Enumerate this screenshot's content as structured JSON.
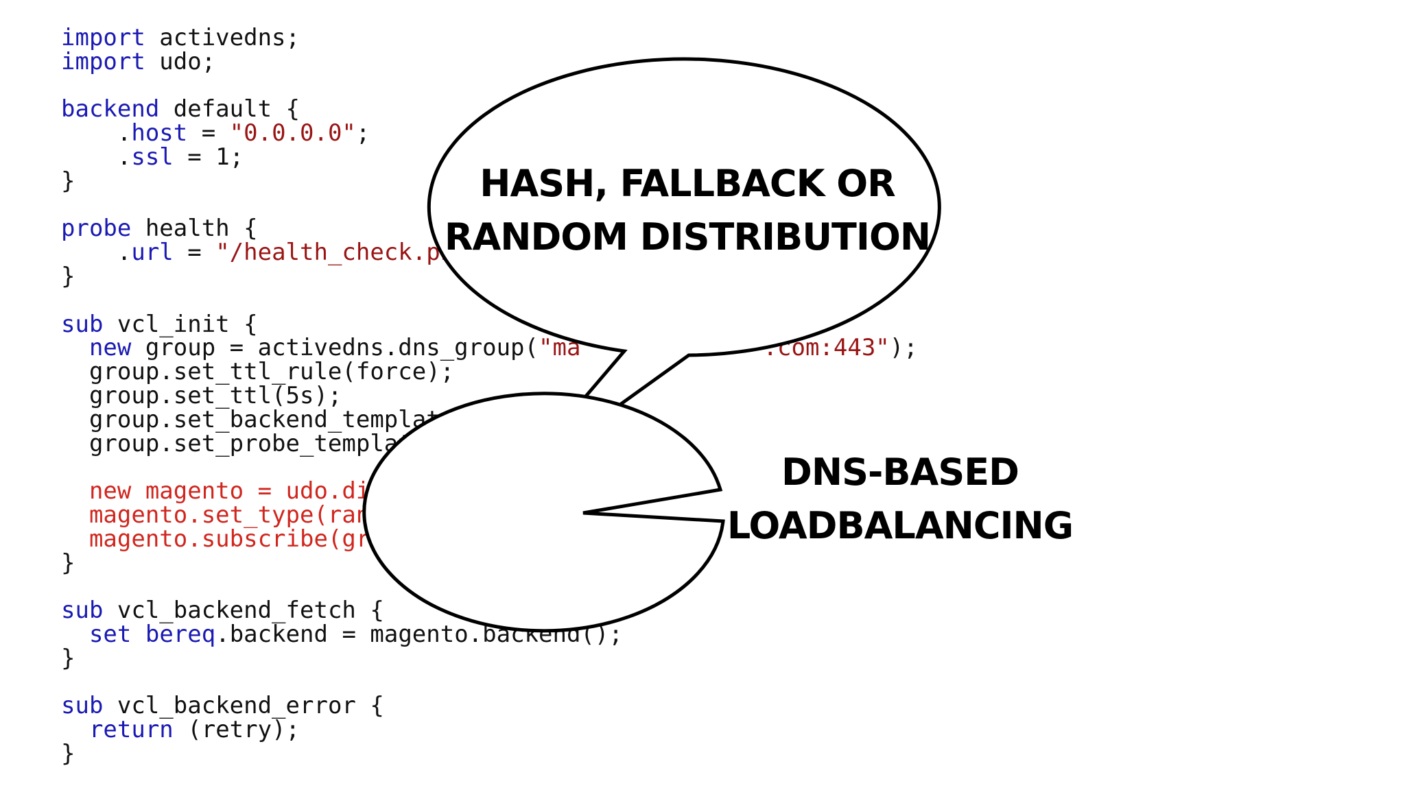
{
  "code": {
    "lines": [
      [
        {
          "t": "import",
          "c": "kw"
        },
        {
          "t": " activedns;"
        }
      ],
      [
        {
          "t": "import",
          "c": "kw"
        },
        {
          "t": " udo;"
        }
      ],
      [],
      [
        {
          "t": "backend",
          "c": "kw"
        },
        {
          "t": " default {"
        }
      ],
      [
        {
          "t": "    ."
        },
        {
          "t": "host",
          "c": "kw"
        },
        {
          "t": " = "
        },
        {
          "t": "\"0.0.0.0\"",
          "c": "str"
        },
        {
          "t": ";"
        }
      ],
      [
        {
          "t": "    ."
        },
        {
          "t": "ssl",
          "c": "kw"
        },
        {
          "t": " = 1;"
        }
      ],
      [
        {
          "t": "}"
        }
      ],
      [],
      [
        {
          "t": "probe",
          "c": "kw"
        },
        {
          "t": " health {"
        }
      ],
      [
        {
          "t": "    ."
        },
        {
          "t": "url",
          "c": "kw"
        },
        {
          "t": " = "
        },
        {
          "t": "\"/health_check.ph",
          "c": "str"
        }
      ],
      [
        {
          "t": "}"
        }
      ],
      [],
      [
        {
          "t": "sub",
          "c": "kw"
        },
        {
          "t": " vcl_init {"
        }
      ],
      [
        {
          "t": "  "
        },
        {
          "t": "new",
          "c": "kw"
        },
        {
          "t": " group = activedns.dns_group("
        },
        {
          "t": "\"ma",
          "c": "str"
        },
        {
          "t": "             "
        },
        {
          "t": ".com:443\"",
          "c": "str"
        },
        {
          "t": ");"
        }
      ],
      [
        {
          "t": "  group.set_ttl_rule(force);"
        }
      ],
      [
        {
          "t": "  group.set_ttl(5s);"
        }
      ],
      [
        {
          "t": "  group.set_backend_template(defaul  );"
        }
      ],
      [
        {
          "t": "  group.set_probe_template(health);"
        }
      ],
      [],
      [
        {
          "t": "  new magento = udo.director();",
          "c": "hl"
        }
      ],
      [
        {
          "t": "  magento.set_type(random);",
          "c": "hl"
        }
      ],
      [
        {
          "t": "  magento.subscribe(group.get_tag());",
          "c": "hl"
        }
      ],
      [
        {
          "t": "}"
        }
      ],
      [],
      [
        {
          "t": "sub",
          "c": "kw"
        },
        {
          "t": " vcl_backend_fetch {"
        }
      ],
      [
        {
          "t": "  "
        },
        {
          "t": "set",
          "c": "kw"
        },
        {
          "t": " "
        },
        {
          "t": "bereq",
          "c": "kw"
        },
        {
          "t": ".backend = magento.backend();"
        }
      ],
      [
        {
          "t": "}"
        }
      ],
      [],
      [
        {
          "t": "sub",
          "c": "kw"
        },
        {
          "t": " vcl_backend_error {"
        }
      ],
      [
        {
          "t": "  "
        },
        {
          "t": "return",
          "c": "kw"
        },
        {
          "t": " (retry);"
        }
      ],
      [
        {
          "t": "}"
        }
      ]
    ]
  },
  "callouts": {
    "top": {
      "line1": "HASH, FALLBACK OR",
      "line2": "RANDOM DISTRIBUTION"
    },
    "right": {
      "line1": "DNS-BASED",
      "line2": "LOADBALANCING"
    }
  },
  "colors": {
    "keyword": "#1a1ab4",
    "string": "#9a1414",
    "highlight": "#d0261e",
    "text": "#111111"
  }
}
